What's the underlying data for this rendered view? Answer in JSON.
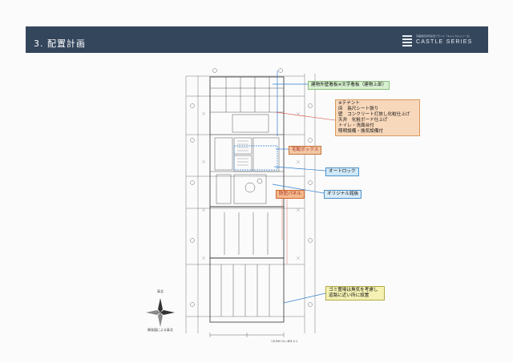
{
  "header": {
    "title": "3. 配置計画",
    "logo_sub": "高級賃貸共同住宅ブランド「キャッスルシリーズ」",
    "logo_text": "CASTLE SERIES"
  },
  "callouts": {
    "sign": "建物外壁看板※文字看板（建物上部）",
    "tenant_lines": [
      "※テナント",
      "床　長尺シート張り",
      "壁　コンクリート打放し化粧仕上げ",
      "天井　化粧ボード仕上げ",
      "トイレ・洗面台付",
      "照明設備・換気設備付"
    ],
    "delivery": "宅配ボックス",
    "autolock": "オートロック",
    "security": "防犯パネル",
    "board": "オリジナル銘板",
    "trash_lines": [
      "ゴミ置場は臭気を考慮し",
      "道路に近い所に設置"
    ]
  },
  "compass": {
    "north": "真北",
    "label": "開発図による真北"
  },
  "dims": {
    "bottom": "▽K.BM  GL=BM-0.1"
  },
  "colors": {
    "header_bg": "#34465c",
    "line": "#555555",
    "accent_blue": "#2f7fd0"
  }
}
